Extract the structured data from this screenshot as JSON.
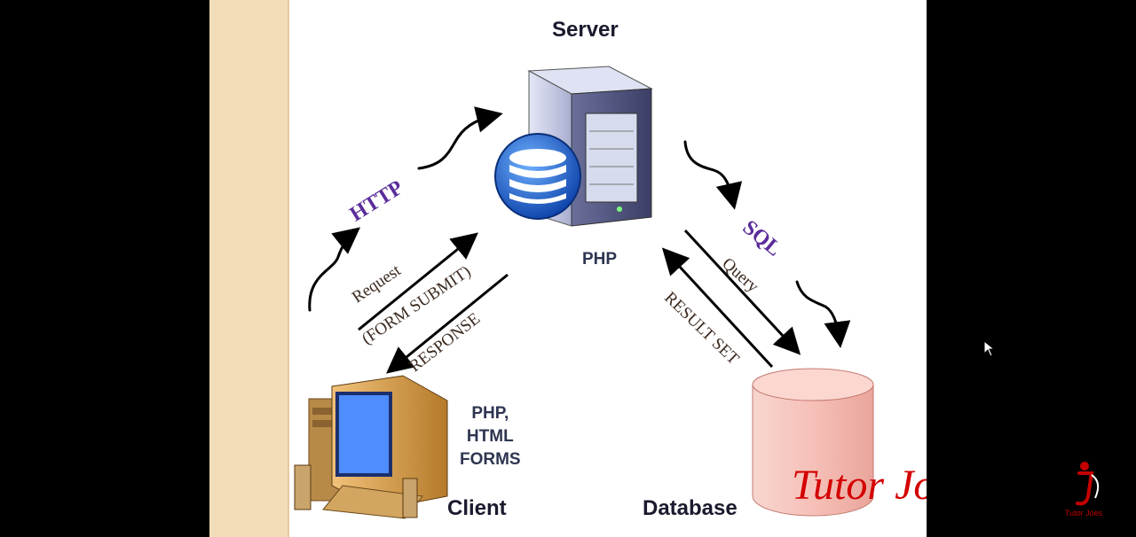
{
  "diagram": {
    "nodes": {
      "server": {
        "title": "Server",
        "sublabel": "PHP"
      },
      "client": {
        "title": "Client",
        "note": [
          "PHP,",
          "HTML",
          "FORMS"
        ]
      },
      "database": {
        "title": "Database"
      }
    },
    "edges": {
      "http": "HTTP",
      "sql": "SQL",
      "request": "Request",
      "form_submit": "(FORM SUBMIT)",
      "response": "RESPONSE",
      "query": "Query",
      "result_set": "RESULT SET"
    }
  },
  "watermark": {
    "text": "Tutor Joes",
    "caption": "Tutor Joes"
  },
  "colors": {
    "background": "#000000",
    "slide": "#ffffff",
    "side_panel": "#f3dcb8",
    "protocol_label": "#5b2d9b",
    "watermark": "#d40000",
    "server_body": "#c9cde8",
    "db_badge": "#1e63d6",
    "database_cylinder": "#f6c0b8"
  },
  "icons": [
    "server-icon",
    "database-badge-icon",
    "client-computer-icon",
    "database-cylinder-icon",
    "mouse-cursor-icon",
    "tutor-joes-logo-icon"
  ]
}
